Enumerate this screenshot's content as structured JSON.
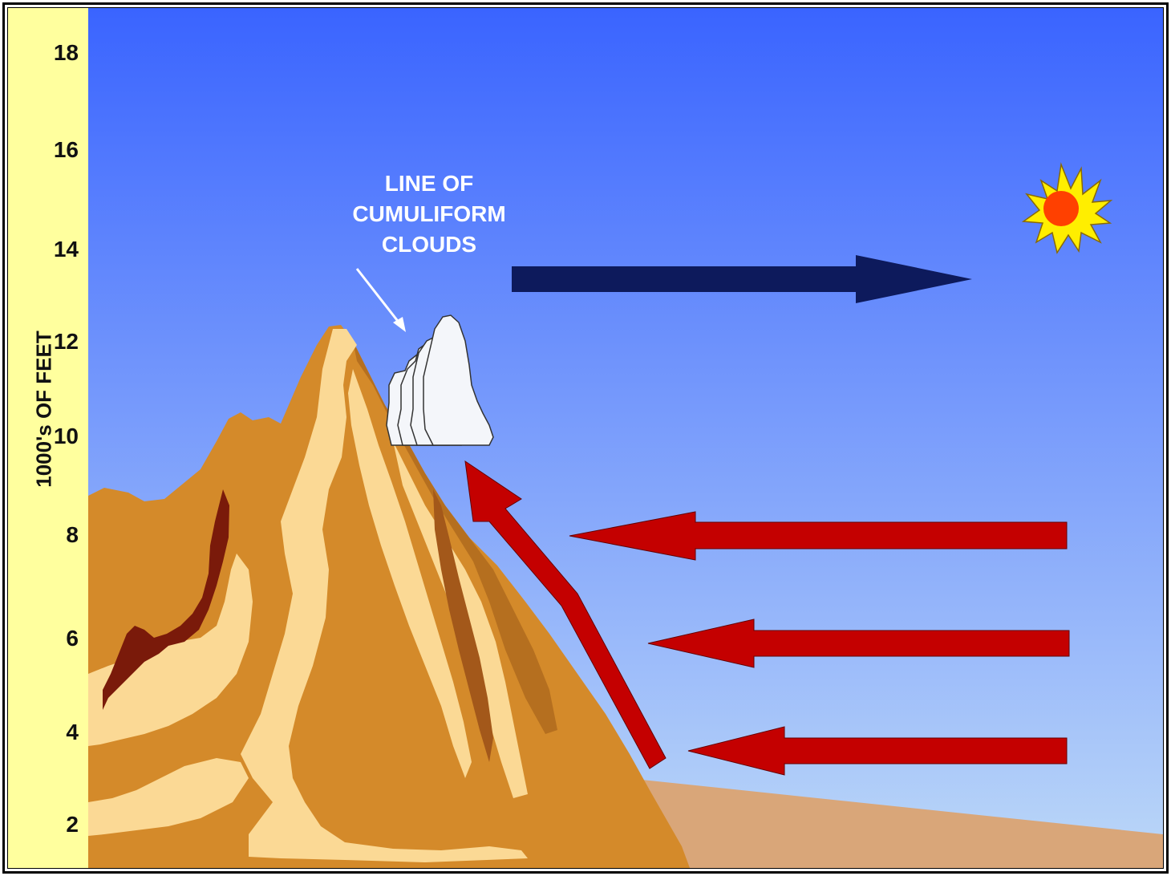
{
  "axis": {
    "title": "1000's OF FEET",
    "ticks": [
      "18",
      "16",
      "14",
      "12",
      "10",
      "8",
      "6",
      "4",
      "2"
    ]
  },
  "annotations": {
    "cloud_label_line1": "LINE OF",
    "cloud_label_line2": "CUMULIFORM",
    "cloud_label_line3": "CLOUDS"
  },
  "colors": {
    "sky_top": "#3a64ff",
    "sky_bottom": "#bcd8f8",
    "mountain_base": "#d48a2a",
    "mountain_dark": "#b56f1f",
    "mountain_light": "#fbd995",
    "mountain_shadow": "#7a1a0a",
    "ground": "#d9a679",
    "wind_arrow": "#c40000",
    "upper_arrow": "#0d1a5c",
    "sun_rays": "#ffee00",
    "sun_core": "#ff4000"
  }
}
